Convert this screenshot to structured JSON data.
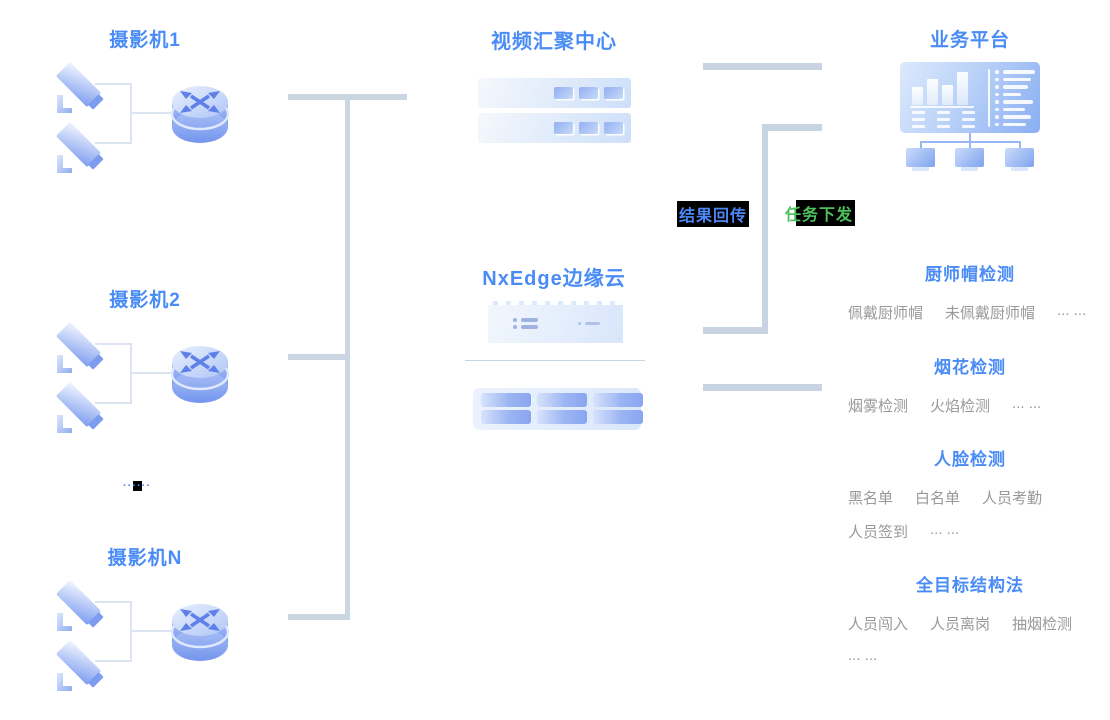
{
  "colors": {
    "accent_blue": "#4A8CF6",
    "muted_item_text": "#999999",
    "connector_gray_blue": "#CBD6E3",
    "flow_result_color": "#4C87F7",
    "flow_task_color": "#4EC05E"
  },
  "camera_groups": [
    {
      "title": "摄影机1"
    },
    {
      "title": "摄影机2"
    },
    {
      "title": "摄影机N"
    }
  ],
  "camera_ellipsis": "······",
  "center": {
    "video_hub_title": "视频汇聚中心",
    "edge_cloud_title": "NxEdge边缘云"
  },
  "platform": {
    "title": "业务平台"
  },
  "flows": {
    "result_label": "结果回传",
    "task_label": "任务下发"
  },
  "capability_sections": [
    {
      "title": "厨师帽检测",
      "lines": [
        [
          "佩戴厨师帽",
          "未佩戴厨师帽",
          "... ..."
        ]
      ]
    },
    {
      "title": "烟花检测",
      "lines": [
        [
          "烟雾检测",
          "火焰检测",
          "... ..."
        ]
      ]
    },
    {
      "title": "人脸检测",
      "lines": [
        [
          "黑名单",
          "白名单",
          "人员考勤"
        ],
        [
          "人员签到",
          "... ..."
        ]
      ]
    },
    {
      "title": "全目标结构法",
      "lines": [
        [
          "人员闯入",
          "人员离岗",
          "抽烟检测"
        ],
        [
          "... ..."
        ]
      ]
    }
  ]
}
